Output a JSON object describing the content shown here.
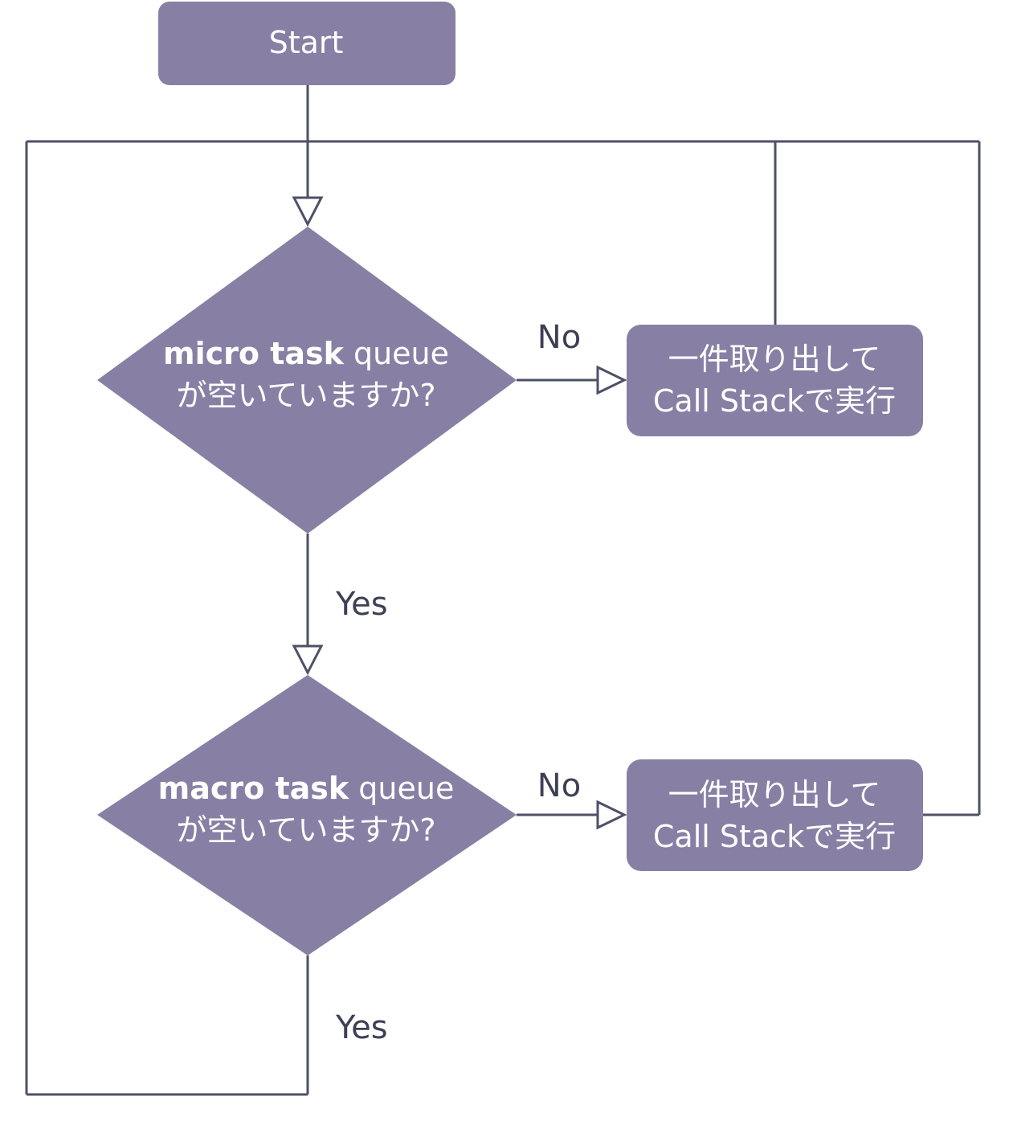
{
  "diagram": {
    "start": {
      "label": "Start"
    },
    "decision_micro": {
      "bold_text": "micro task",
      "normal_text": " queue",
      "line2": "が空いていますか?"
    },
    "decision_macro": {
      "bold_text": "macro task",
      "normal_text": " queue",
      "line2": "が空いていますか?"
    },
    "process_micro": {
      "line1": "一件取り出して",
      "line2": "Call Stackで実行"
    },
    "process_macro": {
      "line1": "一件取り出して",
      "line2": "Call Stackで実行"
    },
    "edge_labels": {
      "micro_no": "No",
      "micro_yes": "Yes",
      "macro_no": "No",
      "macro_yes": "Yes"
    },
    "colors": {
      "node_fill": "#8780a4",
      "line": "#4d5066",
      "text_on_node": "#ffffff",
      "edge_label": "#3d3f55"
    }
  }
}
